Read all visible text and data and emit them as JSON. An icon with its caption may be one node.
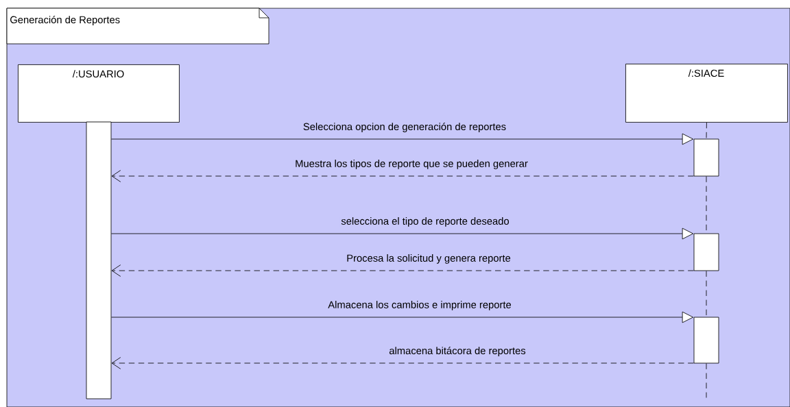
{
  "diagram": {
    "title": "Generación de Reportes",
    "nodes": [
      {
        "text": [
          "/:USUARIO"
        ]
      },
      {
        "text": [
          "/:SIACE"
        ]
      },
      {
        "text": [],
        "shape": "bar"
      },
      {
        "text": [],
        "shape": "bar"
      },
      {
        "text": [],
        "shape": "bar"
      },
      {
        "text": [],
        "shape": "bar"
      }
    ],
    "edges": [
      {
        "from": 1,
        "to": 3,
        "arrow": "none",
        "style": "dashed"
      },
      {
        "from": 3,
        "to": 4,
        "arrow": "none",
        "style": "dashed"
      },
      {
        "from": 4,
        "to": 5,
        "arrow": "none",
        "style": "dashed"
      },
      {
        "from": 5,
        "to": null,
        "arrow": "none",
        "style": "dashed"
      },
      {
        "from": 2,
        "to": 3,
        "arrow": "to",
        "label": "Selecciona opcion de generación de reportes"
      },
      {
        "from": 3,
        "to": 2,
        "arrow": "to",
        "label": "Muestra los tipos de reporte que se pueden generar",
        "style": "dashed"
      },
      {
        "from": 2,
        "to": 4,
        "arrow": "to",
        "label": "selecciona el tipo de reporte deseado"
      },
      {
        "from": 4,
        "to": 2,
        "arrow": "to",
        "label": "Procesa la solicitud y genera reporte",
        "style": "dashed"
      },
      {
        "from": 2,
        "to": 5,
        "arrow": "to",
        "label": "Almacena los cambios e imprime reporte"
      },
      {
        "from": 5,
        "to": 2,
        "arrow": "to",
        "label": "almacena bitácora de reportes",
        "style": "dashed"
      }
    ]
  }
}
